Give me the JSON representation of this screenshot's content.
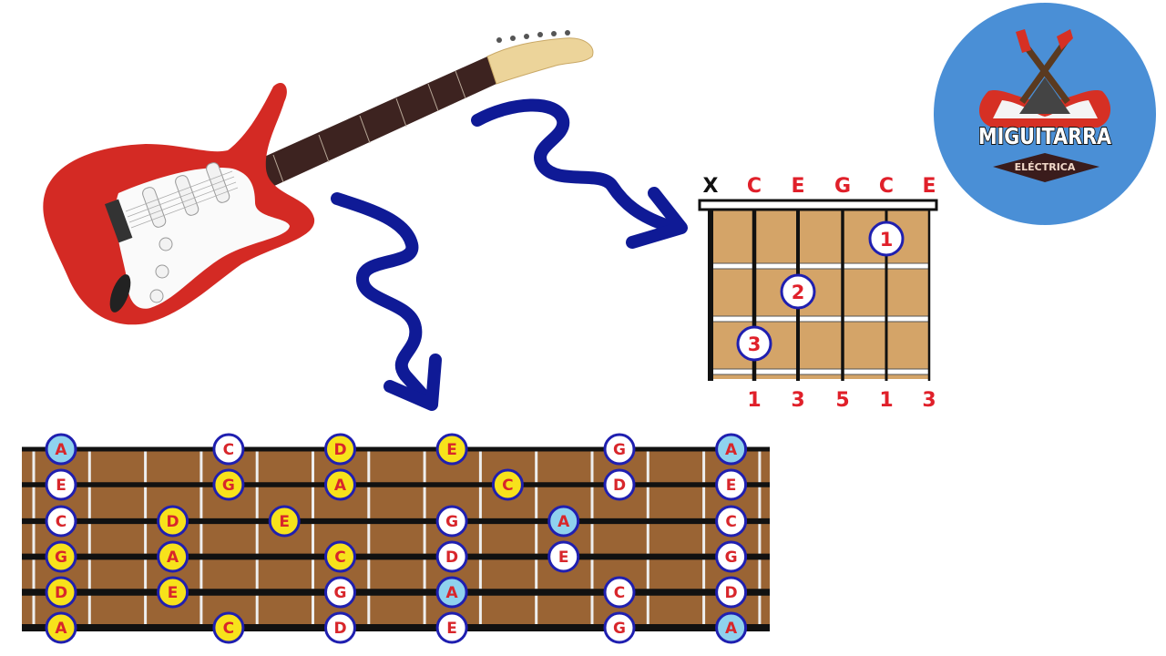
{
  "logo": {
    "title": "MIGUITARRA",
    "subtitle": "ELÉCTRICA"
  },
  "colors": {
    "arrow": "#0f1a96",
    "wood": "#9a6434",
    "chord_wood": "#d4a468",
    "note_ring": "#1f1fb0",
    "note_text": "#d8262b",
    "yellow": "#f7e21b",
    "white": "#ffffff",
    "blue": "#8fd2ee",
    "logo_bg": "#4a8fd6"
  },
  "chord": {
    "string_labels": [
      "X",
      "C",
      "E",
      "G",
      "C",
      "E"
    ],
    "bottom_labels": [
      "1",
      "3",
      "5",
      "1",
      "3"
    ],
    "fingers": [
      {
        "label": "1",
        "string": 4,
        "fret": 1
      },
      {
        "label": "2",
        "string": 2,
        "fret": 2
      },
      {
        "label": "3",
        "string": 1,
        "fret": 3
      }
    ]
  },
  "fretboard": {
    "frets": 13,
    "rows": [
      [
        {
          "n": "A",
          "c": 0,
          "k": "b"
        },
        {
          "n": "C",
          "c": 3,
          "k": "w"
        },
        {
          "n": "D",
          "c": 5,
          "k": "y"
        },
        {
          "n": "E",
          "c": 7,
          "k": "y"
        },
        {
          "n": "G",
          "c": 10,
          "k": "w"
        },
        {
          "n": "A",
          "c": 12,
          "k": "b"
        }
      ],
      [
        {
          "n": "E",
          "c": 0,
          "k": "w"
        },
        {
          "n": "G",
          "c": 3,
          "k": "y"
        },
        {
          "n": "A",
          "c": 5,
          "k": "y"
        },
        {
          "n": "C",
          "c": 8,
          "k": "y"
        },
        {
          "n": "D",
          "c": 10,
          "k": "w"
        },
        {
          "n": "E",
          "c": 12,
          "k": "w"
        }
      ],
      [
        {
          "n": "C",
          "c": 0,
          "k": "w"
        },
        {
          "n": "D",
          "c": 2,
          "k": "y"
        },
        {
          "n": "E",
          "c": 4,
          "k": "y"
        },
        {
          "n": "G",
          "c": 7,
          "k": "w"
        },
        {
          "n": "A",
          "c": 9,
          "k": "b"
        },
        {
          "n": "C",
          "c": 12,
          "k": "w"
        }
      ],
      [
        {
          "n": "G",
          "c": 0,
          "k": "y"
        },
        {
          "n": "A",
          "c": 2,
          "k": "y"
        },
        {
          "n": "C",
          "c": 5,
          "k": "y"
        },
        {
          "n": "D",
          "c": 7,
          "k": "w"
        },
        {
          "n": "E",
          "c": 9,
          "k": "w"
        },
        {
          "n": "G",
          "c": 12,
          "k": "w"
        }
      ],
      [
        {
          "n": "D",
          "c": 0,
          "k": "y"
        },
        {
          "n": "E",
          "c": 2,
          "k": "y"
        },
        {
          "n": "G",
          "c": 5,
          "k": "w"
        },
        {
          "n": "A",
          "c": 7,
          "k": "b"
        },
        {
          "n": "C",
          "c": 10,
          "k": "w"
        },
        {
          "n": "D",
          "c": 12,
          "k": "w"
        }
      ],
      [
        {
          "n": "A",
          "c": 0,
          "k": "y"
        },
        {
          "n": "C",
          "c": 3,
          "k": "y"
        },
        {
          "n": "D",
          "c": 5,
          "k": "w"
        },
        {
          "n": "E",
          "c": 7,
          "k": "w"
        },
        {
          "n": "G",
          "c": 10,
          "k": "w"
        },
        {
          "n": "A",
          "c": 12,
          "k": "b"
        }
      ]
    ]
  }
}
